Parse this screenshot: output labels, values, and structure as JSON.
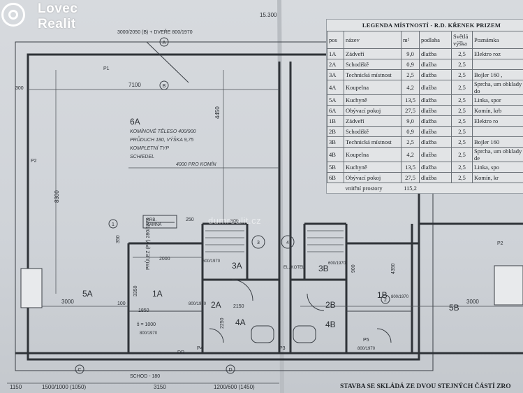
{
  "brand": {
    "line1": "Lovec",
    "line2": "Realit"
  },
  "watermark": "dumrealit.cz",
  "plan": {
    "top_dim": "15.300",
    "door_note": "3000/2050 (B) + DVEŘE 800/1970",
    "chimney": {
      "room": "6A",
      "lines": [
        "KOMÍNOVÉ TĚLESO 400/900",
        "PRŮDUCH 180, VÝŠKA 9,75",
        "KOMPLETNÍ TYP",
        "SCHIEDEL"
      ]
    },
    "chimney_dim": "4000 PRO KOMÍN",
    "krb": [
      "KRB.",
      "KAMNA"
    ],
    "dims": {
      "d7100": "7100",
      "d300": "300",
      "d4450": "4450",
      "d8300": "8300",
      "d350": "350",
      "d3000": "3000",
      "d3000b": "3000",
      "d100": "100",
      "d1850": "1850",
      "d2000": "2000",
      "d2150": "2150",
      "d2250": "2250",
      "d4350": "4350",
      "d3350": "3350",
      "d1150": "1150",
      "d3150": "3150",
      "d250": "250",
      "d800": "800",
      "d900": "900"
    },
    "bottom_dims": [
      "1500/1000 (1050)",
      "3150",
      "1200/600 (1450)"
    ],
    "door_labels": [
      "800/1970",
      "600/1970",
      "800/1970",
      "600/1970",
      "800/1970",
      "800/1970"
    ],
    "stair": "SCHOD - 180",
    "window_labels": [
      "P1",
      "P2",
      "P2",
      "P3",
      "P4",
      "P5",
      "DR"
    ],
    "rooms": [
      "1A",
      "2A",
      "3A",
      "4A",
      "5A",
      "1B",
      "2B",
      "3B",
      "4B",
      "5B"
    ],
    "prulez": "PRŮLEZ (PV) 280/1870",
    "note_b": "EL. KOTEL",
    "sill": "š = 1000",
    "circle_labels": [
      "A",
      "B",
      "1",
      "2",
      "3",
      "4",
      "C",
      "D"
    ]
  },
  "legend": {
    "title": "LEGENDA MÍSTNOSTÍ - R.D. KŘENEK PRIZEM",
    "headers": [
      "pos",
      "název",
      "m²",
      "podlaha",
      "Světlá výška",
      "Poznámka"
    ],
    "rows": [
      [
        "1A",
        "Zádveří",
        "9,0",
        "dlažba",
        "2,5",
        "Elektro roz"
      ],
      [
        "2A",
        "Schodiště",
        "0,9",
        "dlažba",
        "2,5",
        ""
      ],
      [
        "3A",
        "Technická místnost",
        "2,5",
        "dlažba",
        "2,5",
        "Bojler 160 ,"
      ],
      [
        "4A",
        "Koupelna",
        "4,2",
        "dlažba",
        "2,5",
        "Sprcha, um obklady do"
      ],
      [
        "5A",
        "Kuchyně",
        "13,5",
        "dlažba",
        "2,5",
        "Linka, spor"
      ],
      [
        "6A",
        "Obývací pokoj",
        "27,5",
        "dlažba",
        "2,5",
        "Komín, krb"
      ],
      [
        "1B",
        "Zádveří",
        "9,0",
        "dlažba",
        "2,5",
        "Elektro ro"
      ],
      [
        "2B",
        "Schodiště",
        "0,9",
        "dlažba",
        "2,5",
        ""
      ],
      [
        "3B",
        "Technická místnost",
        "2,5",
        "dlažba",
        "2,5",
        "Bojler 160"
      ],
      [
        "4B",
        "Koupelna",
        "4,2",
        "dlažba",
        "2,5",
        "Sprcha, um obklady de"
      ],
      [
        "5B",
        "Kuchyně",
        "13,5",
        "dlažba",
        "2,5",
        "Linka, spo"
      ],
      [
        "6B",
        "Obývací pokoj",
        "27,5",
        "dlažba",
        "2,5",
        "Komín, kr"
      ]
    ],
    "total_label": "vnitřní prostory",
    "total_value": "115,2"
  },
  "bottom_note": "STAVBA SE SKLÁDÁ ZE DVOU STEJNÝCH ČÁSTÍ ZRO"
}
